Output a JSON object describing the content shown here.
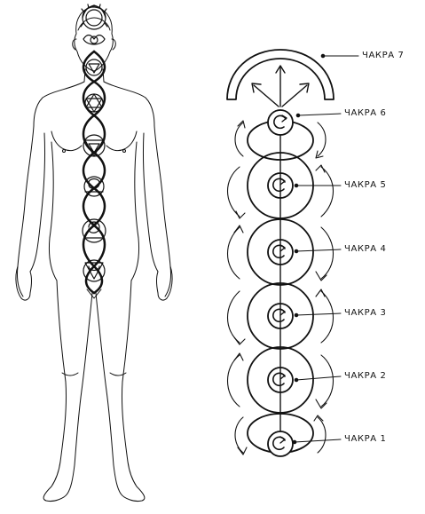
{
  "labels": [
    {
      "key": "chakra7",
      "text": "ЧАКРА 7"
    },
    {
      "key": "chakra6",
      "text": "ЧАКРА 6"
    },
    {
      "key": "chakra5",
      "text": "ЧАКРА 5"
    },
    {
      "key": "chakra4",
      "text": "ЧАКРА 4"
    },
    {
      "key": "chakra3",
      "text": "ЧАКРА 3"
    },
    {
      "key": "chakra2",
      "text": "ЧАКРА 2"
    },
    {
      "key": "chakra1",
      "text": "ЧАКРА 1"
    }
  ],
  "colors": {
    "ink": "#111111",
    "background": "#ffffff"
  },
  "icons": [
    "lotus-crown-icon",
    "spiral-icon",
    "triangle-icon",
    "hexagram-icon"
  ]
}
